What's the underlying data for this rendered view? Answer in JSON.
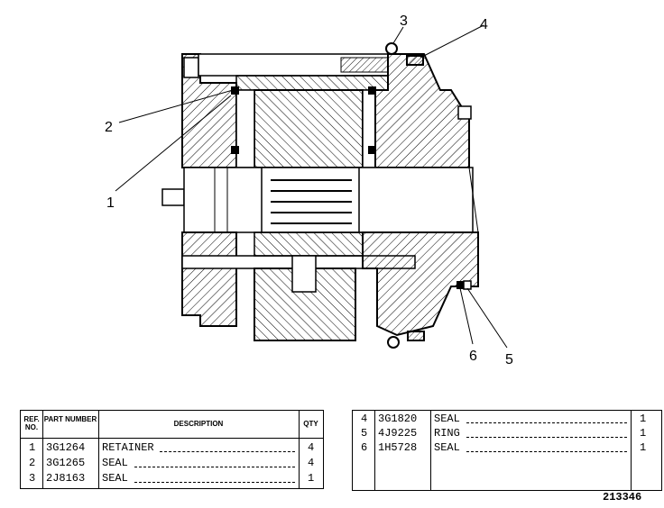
{
  "callouts": [
    "1",
    "2",
    "3",
    "4",
    "5",
    "6"
  ],
  "table": {
    "headers": {
      "ref": "REF. NO.",
      "part": "PART NUMBER",
      "desc": "DESCRIPTION",
      "qty": "QTY"
    },
    "left_rows": [
      {
        "ref": "1",
        "part": "3G1264",
        "desc": "RETAINER",
        "qty": "4"
      },
      {
        "ref": "2",
        "part": "3G1265",
        "desc": "SEAL",
        "qty": "4"
      },
      {
        "ref": "3",
        "part": "2J8163",
        "desc": "SEAL",
        "qty": "1"
      }
    ],
    "right_rows": [
      {
        "ref": "4",
        "part": "3G1820",
        "desc": "SEAL",
        "qty": "1"
      },
      {
        "ref": "5",
        "part": "4J9225",
        "desc": "RING",
        "qty": "1"
      },
      {
        "ref": "6",
        "part": "1H5728",
        "desc": "SEAL",
        "qty": "1"
      }
    ]
  },
  "document_number": "213346"
}
